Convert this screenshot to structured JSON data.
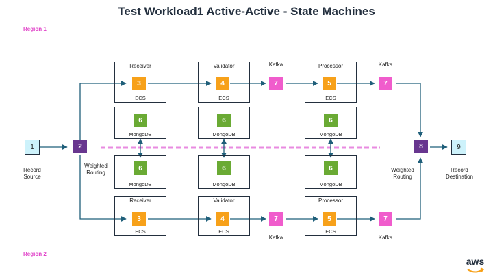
{
  "title": "Test Workload1 Active-Active - State Machines",
  "regions": {
    "top": "Region 1",
    "bottom": "Region 2"
  },
  "labels": {
    "record_source_1": "Record",
    "record_source_2": "Source",
    "weighted_1": "Weighted",
    "weighted_2": "Routing",
    "record_dest_1": "Record",
    "record_dest_2": "Destination",
    "kafka": "Kafka",
    "mongodb": "MongoDB",
    "ecs": "ECS"
  },
  "frames": {
    "receiver": "Receiver",
    "validator": "Validator",
    "processor": "Processor"
  },
  "nodes": {
    "source": "1",
    "router_in": "2",
    "receiver": "3",
    "validator": "4",
    "processor": "5",
    "mongodb": "6",
    "kafka": "7",
    "router_out": "8",
    "destination": "9"
  },
  "logo": "aws",
  "colors": {
    "ecs": "#f7a11a",
    "mongodb": "#6aaa34",
    "kafka": "#f05ccc",
    "router": "#68368f",
    "endpoint": "#cdf2fb",
    "line": "#1f5f7a",
    "region_divider": "#e88be0",
    "region_label": "#e040c8"
  }
}
